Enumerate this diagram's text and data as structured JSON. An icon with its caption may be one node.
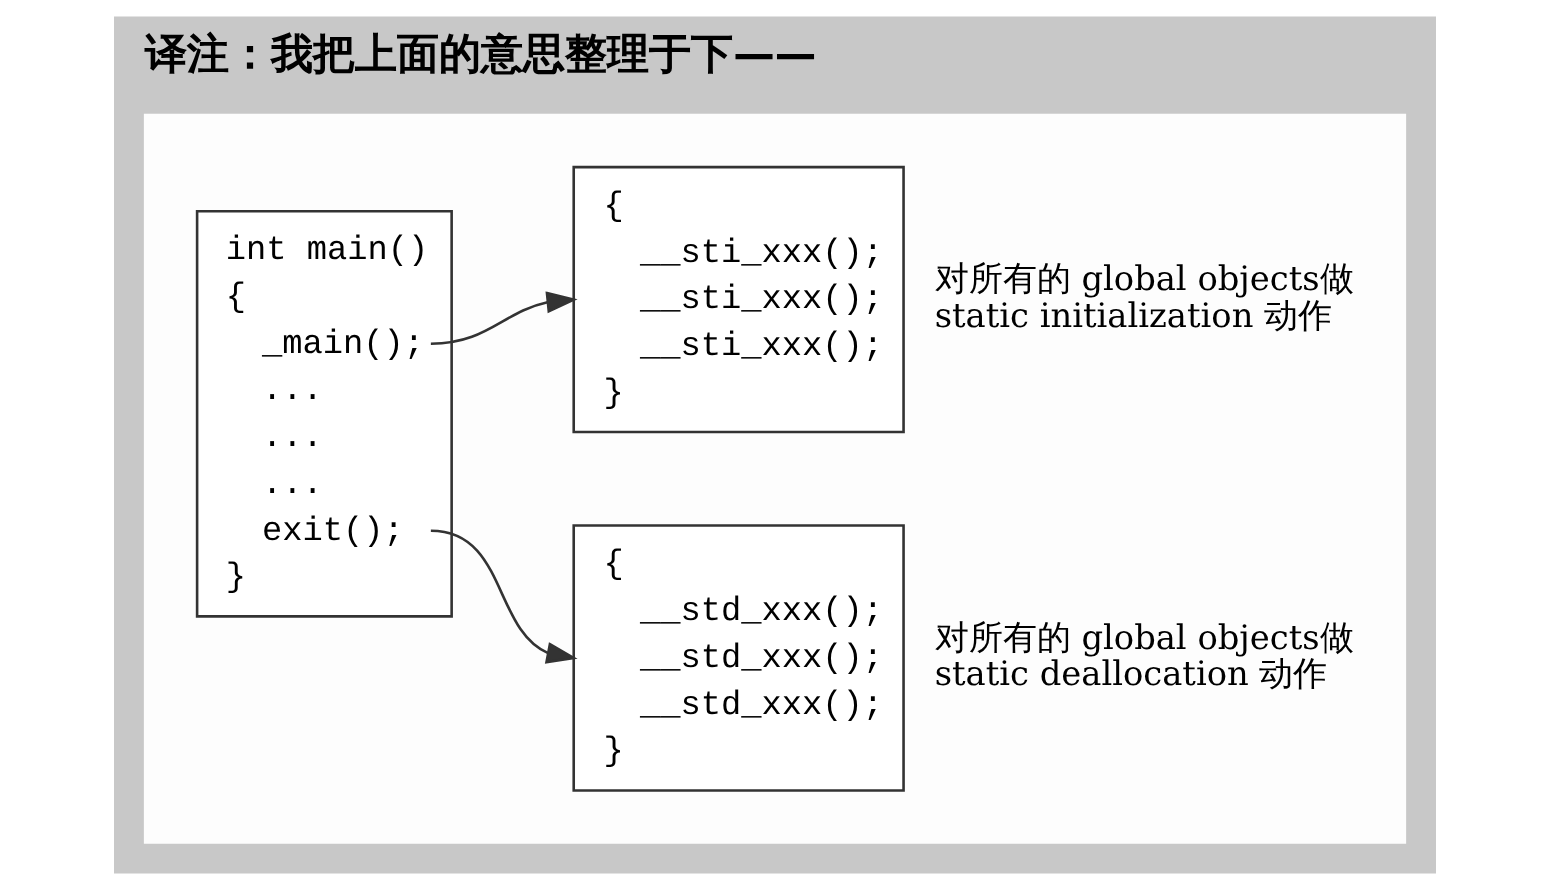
{
  "diagram": {
    "title": "译注：我把上面的意思整理于下——",
    "nodes": [
      {
        "text": [],
        "shape": "box"
      },
      {
        "text": [
          "int main()",
          "{",
          "_main();",
          "...",
          "...",
          "...",
          "exit();",
          "}"
        ],
        "in": 0
      },
      {
        "text": [
          "{",
          "__sti_xxx();",
          "__sti_xxx();",
          "__sti_xxx();",
          "}"
        ],
        "beside": [
          "对所有的 global objects做 static initialization 动作"
        ],
        "in": 0
      },
      {
        "text": [
          "{",
          "__std_xxx();",
          "__std_xxx();",
          "__std_xxx();",
          "}"
        ],
        "beside": [
          "对所有的 global objects做 static deallocation 动作"
        ],
        "in": 0
      }
    ],
    "edges": [
      {
        "from": 1,
        "to": 2,
        "arrow": "to"
      },
      {
        "from": 1,
        "to": 3,
        "arrow": "to"
      }
    ]
  }
}
